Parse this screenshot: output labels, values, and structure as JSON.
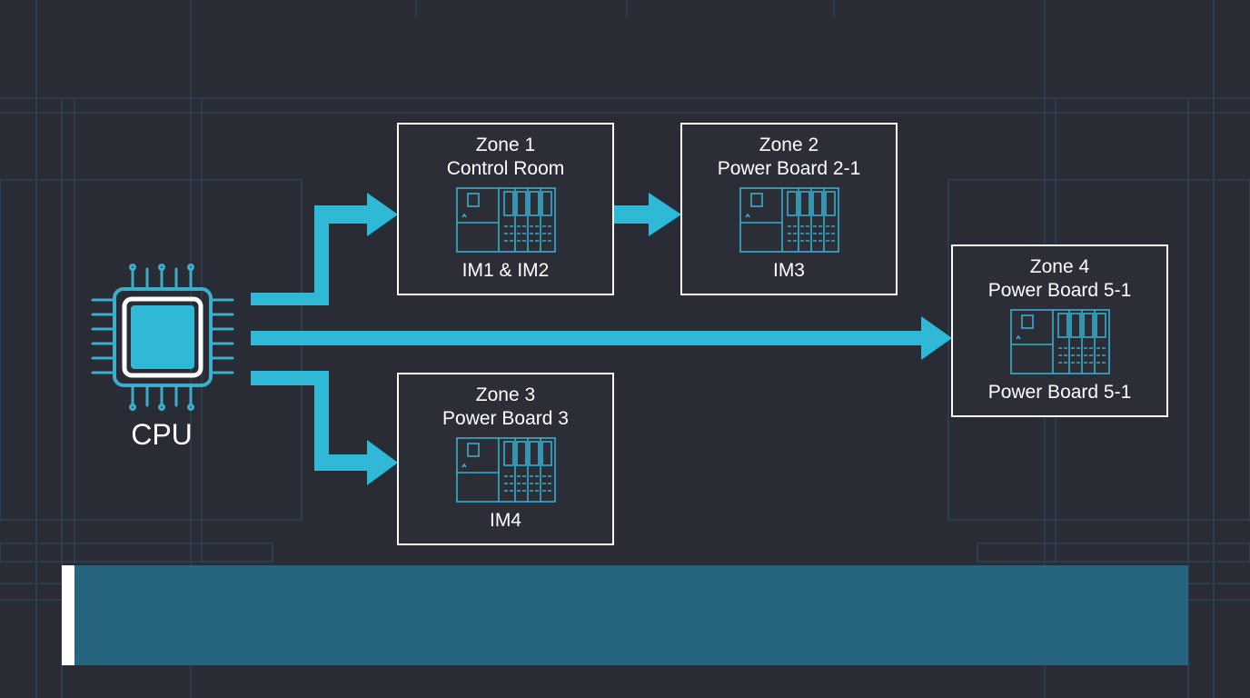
{
  "colors": {
    "background": "#292b35",
    "grid_line": "#2f5a78",
    "arrow": "#2fb9d6",
    "box_border": "#ffffff",
    "icon_stroke": "#3aaecb",
    "caption_fill": "#276480"
  },
  "cpu": {
    "label": "CPU",
    "icon": "cpu-chip-icon"
  },
  "zones": [
    {
      "title": "Zone 1",
      "subtitle": "Control Room",
      "label": "IM1 & IM2",
      "icon": "plc-rack-icon"
    },
    {
      "title": "Zone 2",
      "subtitle": "Power Board 2-1",
      "label": "IM3",
      "icon": "plc-rack-icon"
    },
    {
      "title": "Zone 3",
      "subtitle": "Power Board 3",
      "label": "IM4",
      "icon": "plc-rack-icon"
    },
    {
      "title": "Zone 4",
      "subtitle": "Power Board 5-1",
      "label": "Power Board 5-1",
      "icon": "plc-rack-icon"
    }
  ],
  "connections": [
    {
      "from": "CPU",
      "to": "Zone 1"
    },
    {
      "from": "CPU",
      "to": "Zone 3"
    },
    {
      "from": "CPU",
      "to": "Zone 4"
    },
    {
      "from": "Zone 1",
      "to": "Zone 2"
    }
  ],
  "caption": {
    "text": ""
  }
}
